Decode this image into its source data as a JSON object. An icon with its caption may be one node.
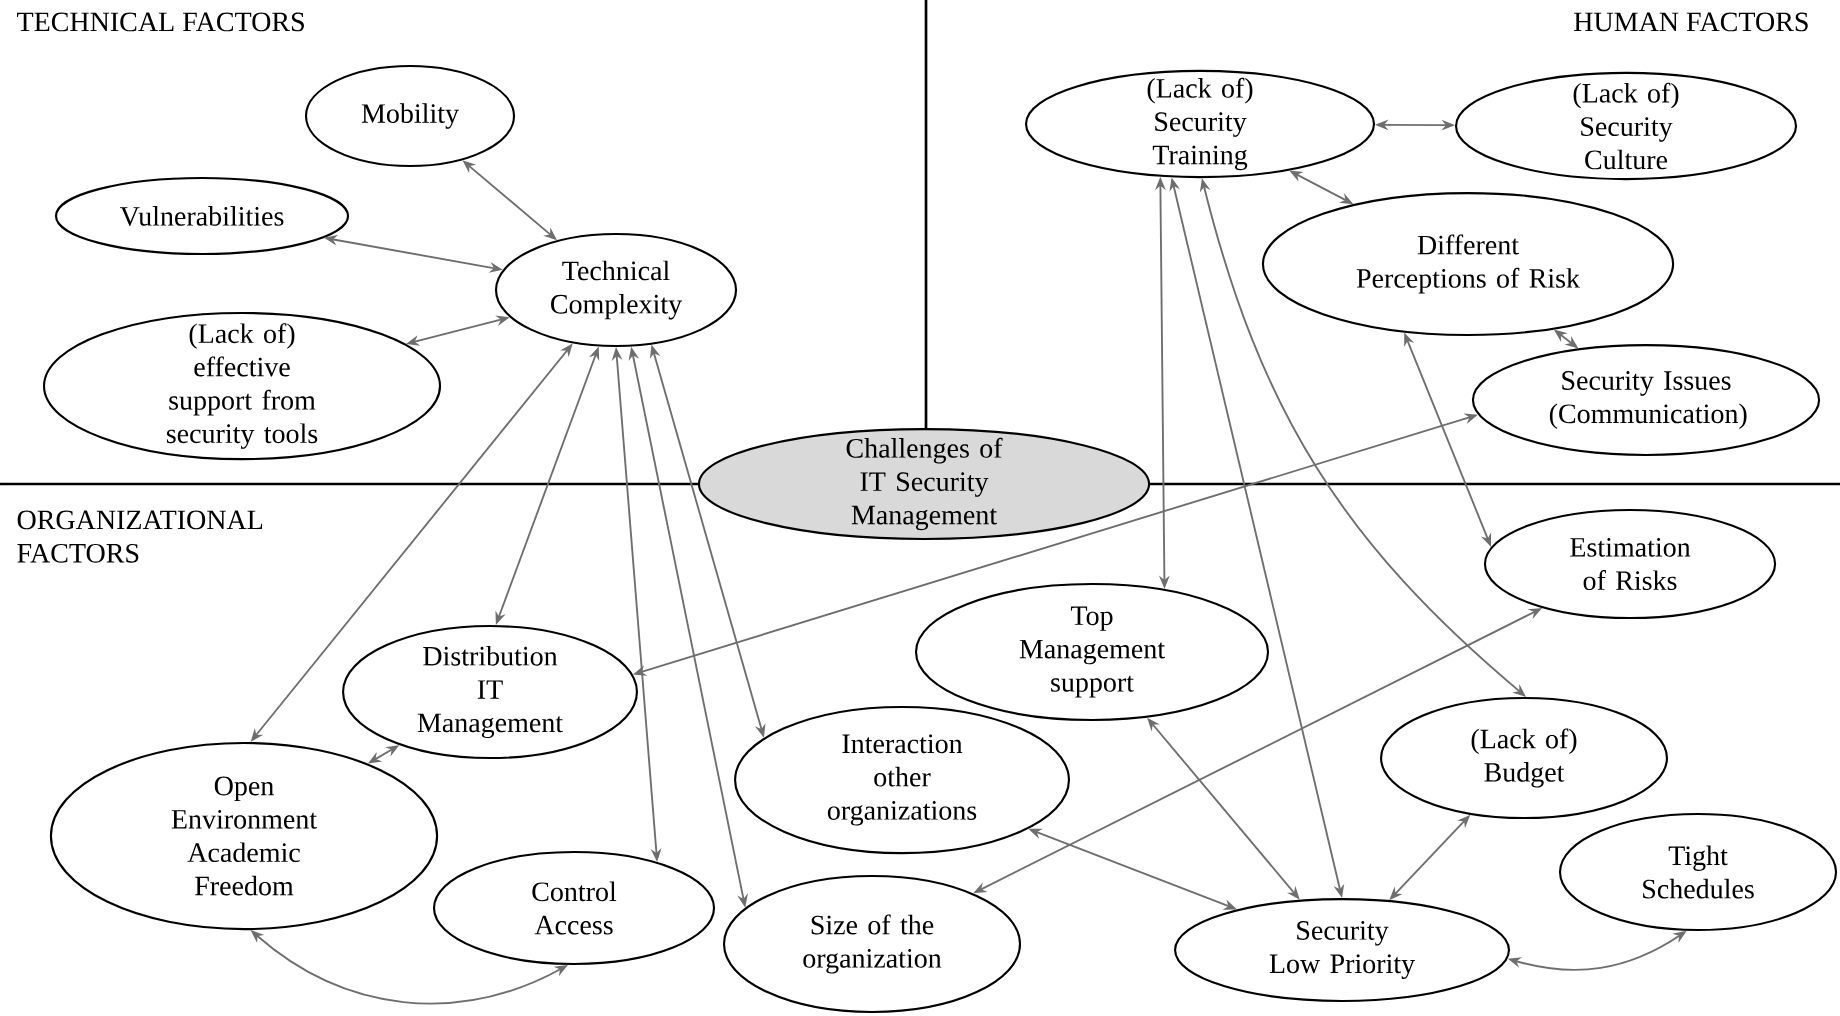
{
  "diagram": {
    "nodes": [
      {
        "text": [
          "Mobility"
        ]
      },
      {
        "text": [
          "Vulnerabilities"
        ]
      },
      {
        "text": [
          "(Lack of) effective support from security tools"
        ]
      },
      {
        "text": [
          "Technical Complexity"
        ]
      },
      {
        "text": [
          "(Lack of) Security Training"
        ]
      },
      {
        "text": [
          "(Lack of) Security Culture"
        ]
      },
      {
        "text": [
          "Different Perceptions of Risk"
        ]
      },
      {
        "text": [
          "Security Issues (Communication)"
        ]
      },
      {
        "text": [
          "Challenges of IT Security Management"
        ]
      },
      {
        "text": [
          "Estimation of Risks"
        ]
      },
      {
        "text": [
          "Top Management support"
        ]
      },
      {
        "text": [
          "Distribution IT Management"
        ]
      },
      {
        "text": [
          "(Lack of) Budget"
        ]
      },
      {
        "text": [
          "Interaction other organizations"
        ]
      },
      {
        "text": [
          "Open Environment Academic Freedom"
        ]
      },
      {
        "text": [
          "Tight Schedules"
        ]
      },
      {
        "text": [
          "Control Access"
        ]
      },
      {
        "text": [
          "Size of the organization"
        ]
      },
      {
        "text": [
          "Security Low Priority"
        ]
      }
    ],
    "edges": [
      {
        "from": 0,
        "to": 3,
        "arrow": "both"
      },
      {
        "from": 1,
        "to": 3,
        "arrow": "both"
      },
      {
        "from": 2,
        "to": 3,
        "arrow": "both"
      },
      {
        "from": 3,
        "to": 14,
        "arrow": "both"
      },
      {
        "from": 3,
        "to": 11,
        "arrow": "both"
      },
      {
        "from": 3,
        "to": 16,
        "arrow": "both"
      },
      {
        "from": 3,
        "to": 17,
        "arrow": "both"
      },
      {
        "from": 3,
        "to": 13,
        "arrow": "both"
      },
      {
        "from": 4,
        "to": 5,
        "arrow": "both"
      },
      {
        "from": 4,
        "to": 6,
        "arrow": "both"
      },
      {
        "from": 4,
        "to": 10,
        "arrow": "both"
      },
      {
        "from": 4,
        "to": 18,
        "arrow": "both"
      },
      {
        "from": 4,
        "to": 12,
        "arrow": "both"
      },
      {
        "from": 6,
        "to": 7,
        "arrow": "both"
      },
      {
        "from": 6,
        "to": 9,
        "arrow": "both"
      },
      {
        "from": 7,
        "to": 11,
        "arrow": "both"
      },
      {
        "from": 9,
        "to": 17,
        "arrow": "both"
      },
      {
        "from": 10,
        "to": 18,
        "arrow": "both"
      },
      {
        "from": 13,
        "to": 18,
        "arrow": "both"
      },
      {
        "from": 12,
        "to": 18,
        "arrow": "both"
      },
      {
        "from": 18,
        "to": 15,
        "arrow": "both"
      },
      {
        "from": 14,
        "to": 16,
        "arrow": "both"
      },
      {
        "from": 14,
        "to": 11,
        "arrow": "both"
      }
    ],
    "labels": [
      "TECHNICAL FACTORS",
      "HUMAN FACTORS",
      "ORGANIZATIONAL FACTORS"
    ]
  }
}
